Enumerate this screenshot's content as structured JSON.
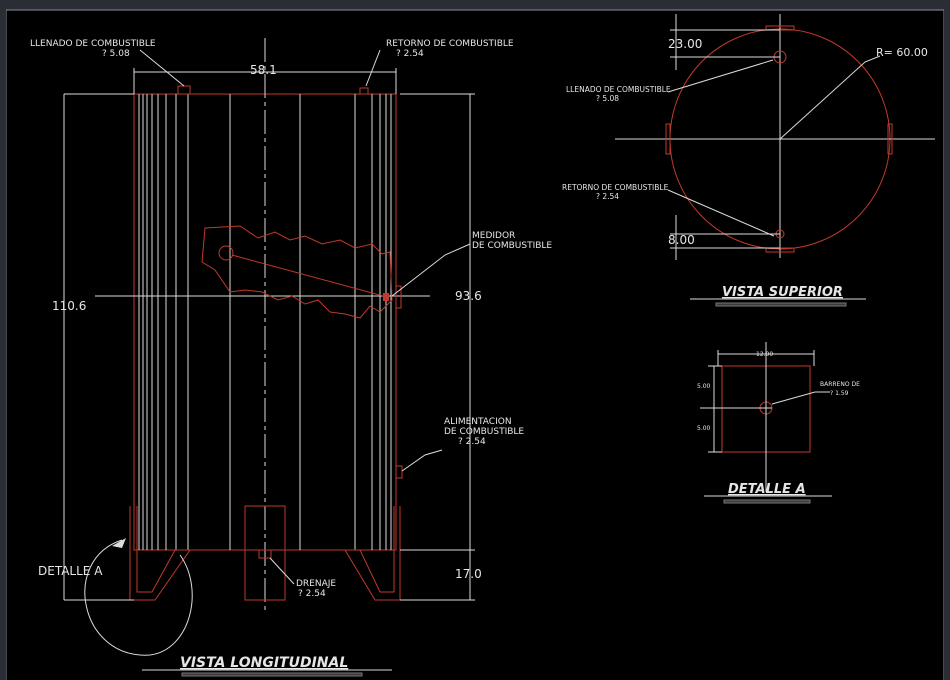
{
  "views": {
    "longitudinal": {
      "title": "VISTA LONGITUDINAL",
      "dim_top": "58.1",
      "dim_left": "110.6",
      "dim_right": "93.6",
      "dim_bottom_right": "17.0",
      "detail_ref": "DETALLE A"
    },
    "superior": {
      "title": "VISTA SUPERIOR",
      "dim_top": "23.00",
      "dim_bottom": "8.00",
      "radius": "R= 60.00"
    },
    "detail": {
      "title": "DETALLE A",
      "dim_width": "12.00",
      "dim_left_top": "5.00",
      "dim_left_bottom": "5.00",
      "hole_line1": "BARRENO DE",
      "hole_line2": "? 1.59"
    }
  },
  "labels": {
    "fill_line1": "LLENADO DE COMBUSTIBLE",
    "fill_line2": "? 5.08",
    "return_line1": "RETORNO DE COMBUSTIBLE",
    "return_line2": "? 2.54",
    "gauge_line1": "MEDIDOR",
    "gauge_line2": "DE COMBUSTIBLE",
    "supply_line1": "ALIMENTACION",
    "supply_line2": "DE COMBUSTIBLE",
    "supply_line3": "? 2.54",
    "drain_line1": "DRENAJE",
    "drain_line2": "? 2.54",
    "top_fill_line1": "LLENADO DE COMBUSTIBLE",
    "top_fill_line2": "? 5.08",
    "top_return_line1": "RETORNO DE COMBUSTIBLE",
    "top_return_line2": "? 2.54"
  },
  "colors": {
    "background": "#000000",
    "geometry": "#c0392b",
    "dimension": "#dcdcdc"
  }
}
